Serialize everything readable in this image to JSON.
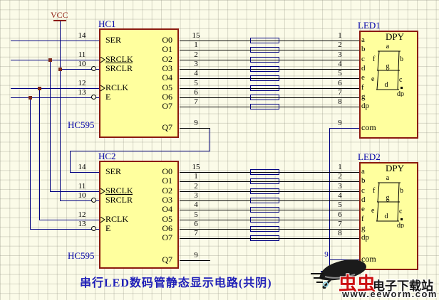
{
  "caption": "串行LED数码管静态显示电路(共阴)",
  "power": {
    "vcc": "VCC"
  },
  "chips": [
    {
      "ref": "HC1",
      "part": "HC595",
      "left_pins": [
        {
          "num": "14",
          "name": "SER"
        },
        {
          "num": "11",
          "name": "SRCLK"
        },
        {
          "num": "10",
          "name": "SRCLR"
        },
        {
          "num": "12",
          "name": "RCLK"
        },
        {
          "num": "13",
          "name": "E"
        }
      ],
      "right_pins": [
        {
          "num": "15",
          "name": "O0"
        },
        {
          "num": "1",
          "name": "O1"
        },
        {
          "num": "2",
          "name": "O2"
        },
        {
          "num": "3",
          "name": "O3"
        },
        {
          "num": "4",
          "name": "O4"
        },
        {
          "num": "5",
          "name": "O5"
        },
        {
          "num": "6",
          "name": "O6"
        },
        {
          "num": "7",
          "name": "O7"
        }
      ],
      "serial_out": {
        "num": "9",
        "name": "Q7"
      }
    },
    {
      "ref": "HC2",
      "part": "HC595",
      "left_pins": [
        {
          "num": "14",
          "name": "SER"
        },
        {
          "num": "11",
          "name": "SRCLK"
        },
        {
          "num": "10",
          "name": "SRCLR"
        },
        {
          "num": "12",
          "name": "RCLK"
        },
        {
          "num": "13",
          "name": "E"
        }
      ],
      "right_pins": [
        {
          "num": "15",
          "name": "O0"
        },
        {
          "num": "1",
          "name": "O1"
        },
        {
          "num": "2",
          "name": "O2"
        },
        {
          "num": "3",
          "name": "O3"
        },
        {
          "num": "4",
          "name": "O4"
        },
        {
          "num": "5",
          "name": "O5"
        },
        {
          "num": "6",
          "name": "O6"
        },
        {
          "num": "7",
          "name": "O7"
        }
      ],
      "serial_out": {
        "num": "9",
        "name": "Q7"
      }
    }
  ],
  "leds": [
    {
      "ref": "LED1",
      "title": "DPY",
      "pins": [
        {
          "num": "1",
          "name": "a"
        },
        {
          "num": "2",
          "name": "b"
        },
        {
          "num": "3",
          "name": "c"
        },
        {
          "num": "4",
          "name": "d"
        },
        {
          "num": "5",
          "name": "e"
        },
        {
          "num": "6",
          "name": "f"
        },
        {
          "num": "7",
          "name": "g"
        },
        {
          "num": "8",
          "name": "dp"
        }
      ],
      "common": {
        "num": "9",
        "name": "com"
      }
    },
    {
      "ref": "LED2",
      "title": "DPY",
      "pins": [
        {
          "num": "1",
          "name": "a"
        },
        {
          "num": "2",
          "name": "b"
        },
        {
          "num": "3",
          "name": "c"
        },
        {
          "num": "4",
          "name": "d"
        },
        {
          "num": "5",
          "name": "e"
        },
        {
          "num": "6",
          "name": "f"
        },
        {
          "num": "7",
          "name": "g"
        },
        {
          "num": "8",
          "name": "dp"
        }
      ],
      "common": {
        "num": "9",
        "name": "com"
      }
    }
  ],
  "seven_seg": {
    "a": "a",
    "b": "b",
    "c": "c",
    "d": "d",
    "e": "e",
    "f": "f",
    "g": "g",
    "dp": "dp"
  },
  "watermark": {
    "brand": "虫虫",
    "tagline": "电子下载站",
    "url": "www.eeworm.com"
  },
  "colors": {
    "background": "#FBFBE8",
    "wire_signal": "#000000",
    "wire_control": "#000080",
    "chip_fill": "#FFFF9E",
    "chip_border": "#8B1A0F",
    "label_blue": "#0000A8",
    "vcc_red": "#8B1A0F",
    "caption_blue": "#2020B8",
    "brand_red": "#CC1010"
  }
}
